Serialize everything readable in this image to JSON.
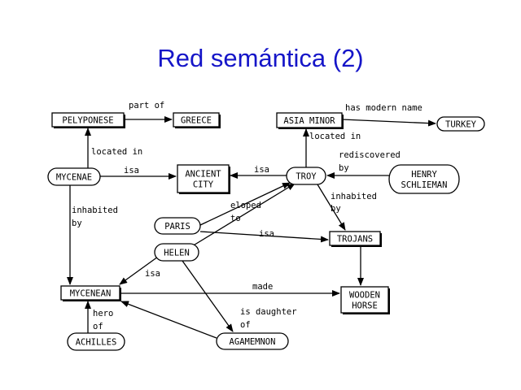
{
  "title": "Red semántica (2)",
  "nodes": {
    "pelyponese": {
      "label": "PELYPONESE",
      "shape": "box"
    },
    "greece": {
      "label": "GREECE",
      "shape": "box"
    },
    "asia_minor": {
      "label": "ASIA MINOR",
      "shape": "box"
    },
    "turkey": {
      "label": "TURKEY",
      "shape": "oval"
    },
    "mycenae": {
      "label": "MYCENAE",
      "shape": "oval"
    },
    "ancient_city": {
      "label": [
        "ANCIENT",
        "CITY"
      ],
      "shape": "box"
    },
    "troy": {
      "label": "TROY",
      "shape": "oval"
    },
    "henry_schlieman": {
      "label": [
        "HENRY",
        "SCHLIEMAN"
      ],
      "shape": "oval"
    },
    "paris": {
      "label": "PARIS",
      "shape": "oval"
    },
    "trojans": {
      "label": "TROJANS",
      "shape": "box"
    },
    "helen": {
      "label": "HELEN",
      "shape": "oval"
    },
    "mycenean": {
      "label": "MYCENEAN",
      "shape": "box"
    },
    "wooden_horse": {
      "label": [
        "WOODEN",
        "HORSE"
      ],
      "shape": "box"
    },
    "achilles": {
      "label": "ACHILLES",
      "shape": "oval"
    },
    "agamemnon": {
      "label": "AGAMEMNON",
      "shape": "oval"
    }
  },
  "edges": [
    {
      "from": "pelyponese",
      "to": "greece",
      "label": "part of"
    },
    {
      "from": "asia_minor",
      "to": "turkey",
      "label": "has modern name"
    },
    {
      "from": "mycenae",
      "to": "pelyponese",
      "label": "located in"
    },
    {
      "from": "mycenae",
      "to": "ancient_city",
      "label": "isa"
    },
    {
      "from": "troy",
      "to": "ancient_city",
      "label": "isa"
    },
    {
      "from": "troy",
      "to": "asia_minor",
      "label": "located in"
    },
    {
      "from": "henry_schlieman",
      "to": "troy",
      "label": [
        "rediscovered",
        "by"
      ]
    },
    {
      "from": "troy",
      "to": "trojans",
      "label": [
        "inhabited",
        "by"
      ]
    },
    {
      "from": "mycenae",
      "to": "mycenean",
      "label": [
        "inhabited",
        "by"
      ]
    },
    {
      "from": "paris",
      "to": "troy",
      "label": [
        "eloped",
        "to"
      ]
    },
    {
      "from": "helen",
      "to": "troy",
      "label": ""
    },
    {
      "from": "paris",
      "to": "trojans",
      "label": "isa"
    },
    {
      "from": "helen",
      "to": "mycenean",
      "label": "isa"
    },
    {
      "from": "helen",
      "to": "agamemnon",
      "label": [
        "is daughter",
        "of"
      ]
    },
    {
      "from": "trojans",
      "to": "wooden_horse",
      "label": ""
    },
    {
      "from": "mycenean",
      "to": "wooden_horse",
      "label": "made"
    },
    {
      "from": "agamemnon",
      "to": "mycenean",
      "label": ""
    },
    {
      "from": "achilles",
      "to": "mycenean",
      "label": [
        "hero",
        "of"
      ]
    }
  ]
}
